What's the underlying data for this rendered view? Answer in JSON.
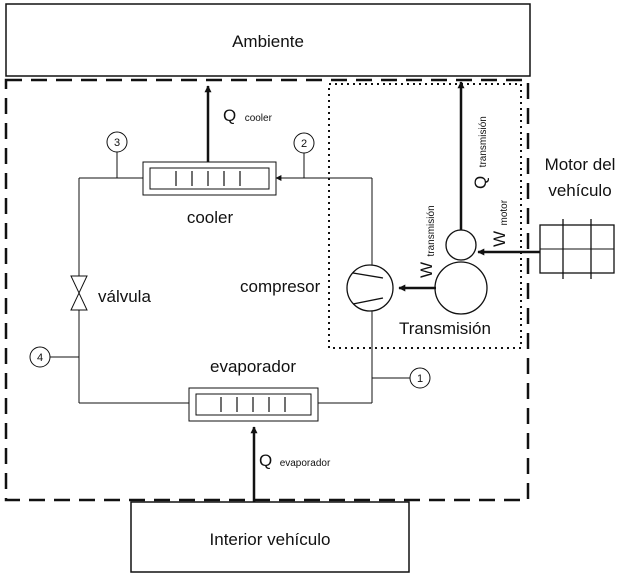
{
  "boxes": {
    "ambient": "Ambiente",
    "interior": "Interior vehículo"
  },
  "motor_label": {
    "line1": "Motor del",
    "line2": "vehículo"
  },
  "components": {
    "cooler": "cooler",
    "valve": "válvula",
    "compressor": "compresor",
    "evaporator": "evaporador",
    "transmission": "Transmisión"
  },
  "flows": {
    "q_cooler_main": "Q",
    "q_cooler_sub": "cooler",
    "q_evap_main": "Q",
    "q_evap_sub": "evaporador",
    "q_trans_main": "Q",
    "q_trans_sub": "transmisión",
    "w_trans_main": "W",
    "w_trans_sub": "transmisión",
    "w_motor_main": "W",
    "w_motor_sub": "motor"
  },
  "state_points": [
    "1",
    "2",
    "3",
    "4"
  ],
  "colors": {
    "line": "#111111",
    "background": "#ffffff"
  }
}
